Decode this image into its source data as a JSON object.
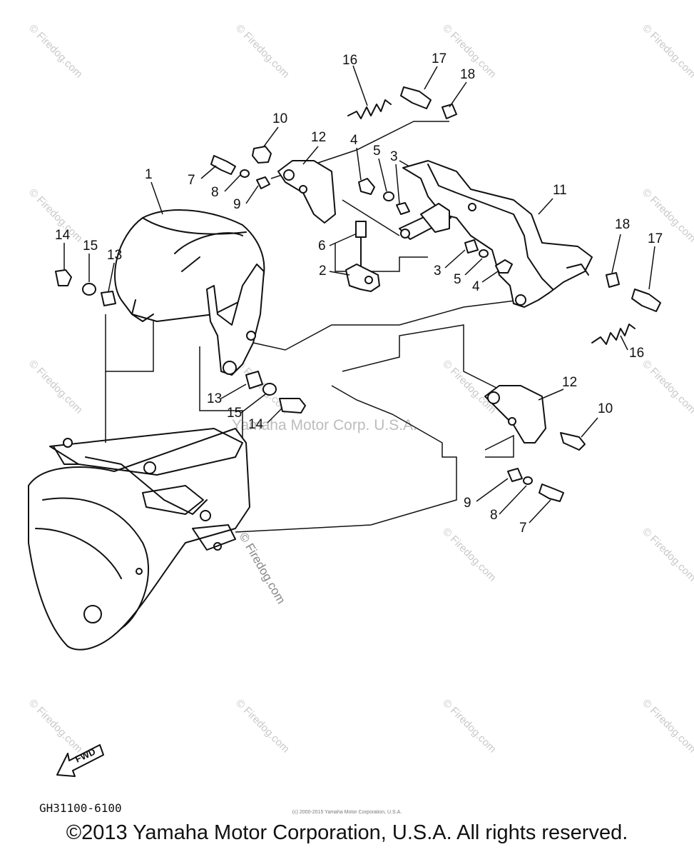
{
  "callouts": {
    "c1": "1",
    "c2": "2",
    "c3a": "3",
    "c3b": "3",
    "c4a": "4",
    "c4b": "4",
    "c5a": "5",
    "c5b": "5",
    "c6": "6",
    "c7a": "7",
    "c7b": "7",
    "c8a": "8",
    "c8b": "8",
    "c9a": "9",
    "c9b": "9",
    "c10a": "10",
    "c10b": "10",
    "c11": "11",
    "c12a": "12",
    "c12b": "12",
    "c13a": "13",
    "c13b": "13",
    "c14a": "14",
    "c14b": "14",
    "c15a": "15",
    "c15b": "15",
    "c16a": "16",
    "c16b": "16",
    "c17a": "17",
    "c17b": "17",
    "c18a": "18",
    "c18b": "18"
  },
  "watermarks": {
    "site": "© Firedog.com",
    "center": "Yamaha Motor Corp. U.S.A."
  },
  "fwd_label": "FWD",
  "part_code": "GH31100-6100",
  "fine_print": "(c) 2000-2015 Yamaha Motor Corporation, U.S.A.",
  "copyright": "©2013 Yamaha Motor Corporation, U.S.A. All rights reserved."
}
